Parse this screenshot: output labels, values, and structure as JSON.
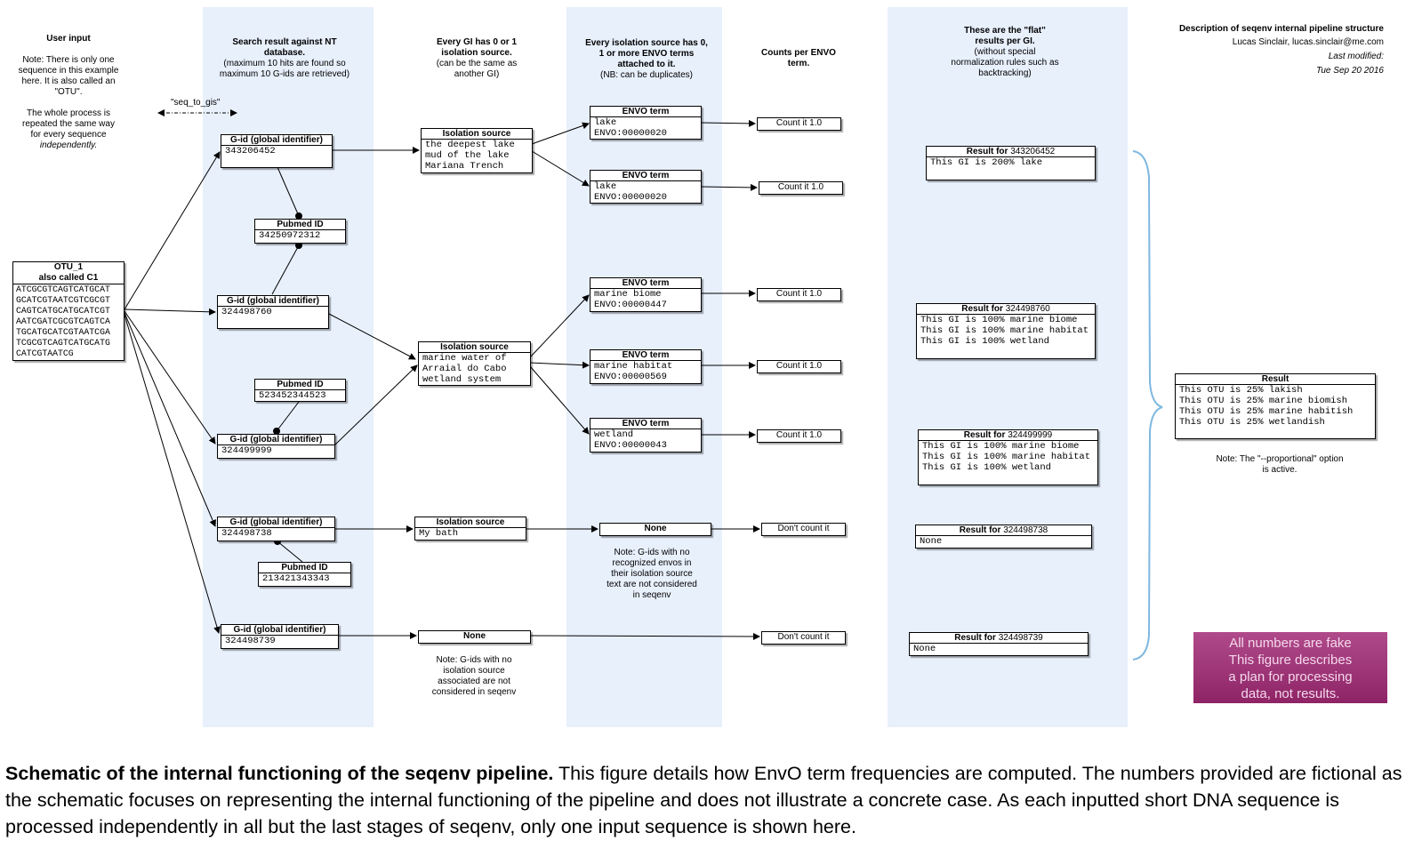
{
  "headers": {
    "user_input_title": "User input",
    "user_input_note": "Note: There is only one sequence in this example here. It is also called an \"OTU\".",
    "user_input_note2a": "The whole process is repeated the same way for every sequence",
    "user_input_note2b": "independently.",
    "search_title": "Search result against NT database.",
    "search_sub": "(maximum 10 hits are found so maximum 10 G-ids are retrieved)",
    "gi_title": "Every GI has 0 or 1 isolation source.",
    "gi_sub": "(can be the same as another GI)",
    "iso_title": "Every isolation source has 0, 1 or more ENVO terms attached to it.",
    "iso_sub": "(NB: can be duplicates)",
    "counts_title": "Counts per ENVO term.",
    "flat_title": "These are the \"flat\" results per GI.",
    "flat_sub": "(without special normalization rules such as backtracking)",
    "desc_title": "Description of seqenv internal pipeline structure",
    "desc_author": "Lucas Sinclair, lucas.sinclair@me.com",
    "desc_modified": "Last modified:",
    "desc_date": "Tue Sep 20 2016"
  },
  "seq_to_gis": "\"seq_to_gis\"",
  "otu": {
    "title1": "OTU_1",
    "title2": "also called C1",
    "sequence": "ATCGCGTCAGTCATGCAT\nGCATCGTAATCGTCGCGT\nCAGTCATGCATGCATCGT\nAATCGATCGCGTCAGTCA\nTGCATGCATCGTAATCGA\nTCGCGTCAGTCATGCATG\nCATCGTAATCG"
  },
  "gid_label": "G-id (global identifier)",
  "pubmed_label": "Pubmed ID",
  "iso_label": "Isolation source",
  "envo_label": "ENVO term",
  "none_label": "None",
  "gids": [
    "343206452",
    "324498760",
    "324499999",
    "324498738",
    "324498739"
  ],
  "pubmeds": [
    "34250972312",
    "523452344523",
    "213421343343"
  ],
  "isolation": [
    "the deepest lake\nmud of the lake\nMariana Trench",
    "marine water of\nArraial do Cabo\nwetland system",
    "My bath"
  ],
  "envo": [
    "lake\nENVO:00000020",
    "lake\nENVO:00000020",
    "marine biome\nENVO:00000447",
    "marine habitat\nENVO:00000569",
    "wetland\nENVO:00000043"
  ],
  "count_label": "Count it 1.0",
  "dont_count_label": "Don't count it",
  "notes": {
    "no_envo": "Note: G-ids with no recognized envos in their isolation source text are not considered in seqenv",
    "no_iso": "Note: G-ids with no isolation source associated are not considered in seqenv",
    "proportional": "Note: The \"--proportional\" option is active."
  },
  "result_for": "Result for",
  "flat_results": [
    {
      "gid": "343206452",
      "text": "This GI is 200% lake"
    },
    {
      "gid": "324498760",
      "text": "This GI is 100% marine biome\nThis GI is 100% marine habitat\nThis GI is 100% wetland"
    },
    {
      "gid": "324499999",
      "text": "This GI is 100% marine biome\nThis GI is 100% marine habitat\nThis GI is 100% wetland"
    },
    {
      "gid": "324498738",
      "text": "None"
    },
    {
      "gid": "324498739",
      "text": "None"
    }
  ],
  "final_result": {
    "title": "Result",
    "text": "This OTU is 25% lakish\nThis OTU is 25% marine biomish\nThis OTU is 25% marine habitish\nThis OTU is 25% wetlandish"
  },
  "pink_note": "All numbers are fake\nThis figure describes\na plan for processing\ndata, not results.",
  "caption": {
    "bold": "Schematic of the internal functioning of the seqenv pipeline.",
    "rest": " This figure details how EnvO term frequencies are computed. The numbers provided are fictional as the schematic focuses on representing the internal functioning of the pipeline and does not illustrate a concrete case. As each inputted short DNA sequence is processed independently in all but the last stages of seqenv, only one input sequence is shown here."
  },
  "colors": {
    "band": "#e8f0fc",
    "brace": "#7fb8e0",
    "pink_top": "#b04a8a",
    "pink_bottom": "#8e2466"
  }
}
